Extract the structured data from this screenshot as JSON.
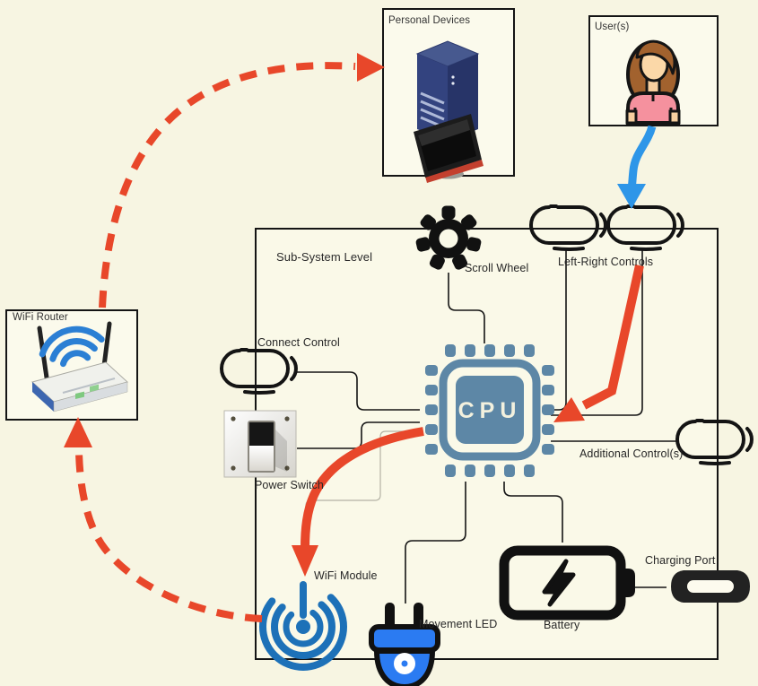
{
  "boxes": {
    "personal_devices": {
      "label": "Personal Devices"
    },
    "users": {
      "label": "User(s)"
    },
    "wifi_router": {
      "label": "WiFi Router"
    },
    "subsystem": {
      "label": "Sub-System Level"
    }
  },
  "nodes": {
    "scroll_wheel": {
      "label": "Scroll Wheel"
    },
    "left_right_controls": {
      "label": "Left-Right Controls"
    },
    "connect_control": {
      "label": "Connect Control"
    },
    "power_switch": {
      "label": "Power Switch"
    },
    "cpu": {
      "label": "CPU"
    },
    "additional_controls": {
      "label": "Additional Control(s)"
    },
    "wifi_module": {
      "label": "WiFi Module"
    },
    "movement_led": {
      "label": "Movement LED"
    },
    "battery": {
      "label": "Battery"
    },
    "charging_port": {
      "label": "Charging Port"
    }
  },
  "colors": {
    "background": "#f7f5e2",
    "box_fill": "#fbfaec",
    "outline": "#141414",
    "accent_red": "#e8472a",
    "accent_blue": "#2e96e8",
    "cpu_blue": "#5d87a6",
    "wifi_blue": "#1d71b8",
    "plug_blue": "#2b7bf2"
  }
}
